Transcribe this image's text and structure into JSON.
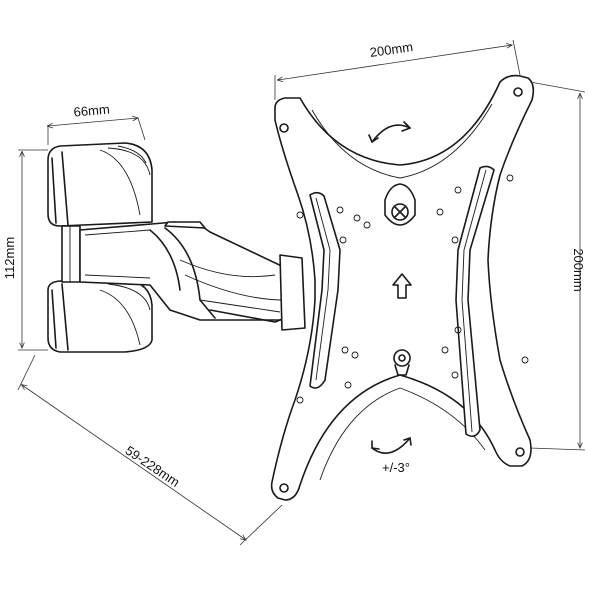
{
  "dimensions": {
    "plate_width": "200mm",
    "plate_height": "200mm",
    "arm_width": "66mm",
    "arm_height": "112mm",
    "extension": "59-228mm",
    "tilt": "+/-3°"
  },
  "icons": [
    "rotate-arrow-icon",
    "up-arrow-icon",
    "screw-icon"
  ],
  "colors": {
    "line": "#1a1a1a",
    "background": "#ffffff"
  }
}
